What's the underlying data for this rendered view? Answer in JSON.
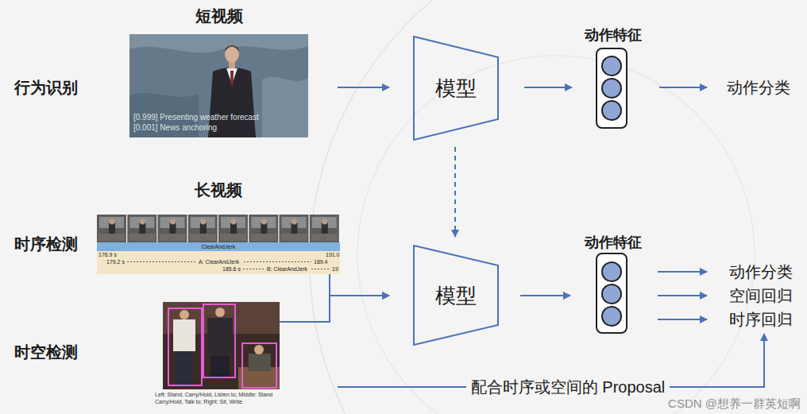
{
  "diagram": {
    "nodes": [
      {
        "text": [
          "短视频",
          "[0.999] Presenting weather forecast",
          "[0.001] News anchoring"
        ]
      },
      {
        "text": [
          "模型"
        ]
      },
      {
        "text": [
          "动作特征"
        ]
      },
      {
        "text": [
          "动作分类"
        ]
      },
      {
        "text": [
          "长视频",
          "ClearAndJerk",
          "176.9 s",
          "191.0",
          "179.2 s",
          "A: ClearAndJerk",
          "189.4",
          "185.6 s",
          "B: ClearAndJerk",
          "19"
        ]
      },
      {
        "text": [
          "Left: Stand, Carry/Hold, Listen to; Middle: Stand Carry/Hold, Talk to; Right: Sit, Write"
        ]
      },
      {
        "text": [
          "模型"
        ]
      },
      {
        "text": [
          "动作特征"
        ]
      },
      {
        "text": [
          "动作分类"
        ]
      },
      {
        "text": [
          "空间回归"
        ]
      },
      {
        "text": [
          "时序回归"
        ]
      }
    ],
    "edges": [
      {
        "from": 0,
        "to": 1,
        "arrow": "to"
      },
      {
        "from": 1,
        "to": 2,
        "arrow": "to"
      },
      {
        "from": 2,
        "to": 3,
        "arrow": "to"
      },
      {
        "from": 1,
        "to": 6,
        "arrow": "to"
      },
      {
        "from": 4,
        "to": 6,
        "arrow": "to"
      },
      {
        "from": 5,
        "to": 6,
        "arrow": "to"
      },
      {
        "from": 6,
        "to": 7,
        "arrow": "to"
      },
      {
        "from": 7,
        "to": 8,
        "arrow": "to"
      },
      {
        "from": 7,
        "to": 9,
        "arrow": "to"
      },
      {
        "from": 7,
        "to": 10,
        "arrow": "to"
      },
      {
        "from": 5,
        "to": 10,
        "label": "配合时序或空间的 Proposal",
        "arrow": "to"
      }
    ],
    "labels": [
      "行为识别",
      "时序检测",
      "时空检测",
      "CSDN @想养一群英短啊"
    ]
  }
}
